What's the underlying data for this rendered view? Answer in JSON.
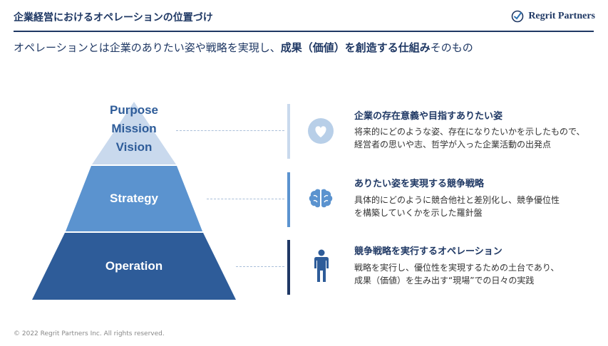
{
  "header": {
    "title": "企業経営におけるオペレーションの位置づけ",
    "brand": "Regrit Partners"
  },
  "subtitle": {
    "prefix": "オペレーションとは企業のありたい姿や戦略を実現し、",
    "emphasis": "成果（価値）を創造する仕組み",
    "suffix": "そのもの"
  },
  "pyramid": {
    "top": [
      "Purpose",
      "Mission",
      "Vision"
    ],
    "middle": "Strategy",
    "bottom": "Operation"
  },
  "cards": [
    {
      "title": "企業の存在意義や目指すありたい姿",
      "desc1": "将来的にどのような姿、存在になりたいかを示したもので、",
      "desc2": "経営者の思いや志、哲学が入った企業活動の出発点"
    },
    {
      "title": "ありたい姿を実現する競争戦略",
      "desc1": "具体的にどのように競合他社と差別化し、競争優位性",
      "desc2": "を構築していくかを示した羅針盤"
    },
    {
      "title": "競争戦略を実行するオペレーション",
      "desc1": "戦略を実行し、優位性を実現するための土台であり、",
      "desc2": "成果（価値）を生み出す“現場”での日々の実践"
    }
  ],
  "footer": "© 2022 Regrit Partners Inc. All rights reserved."
}
